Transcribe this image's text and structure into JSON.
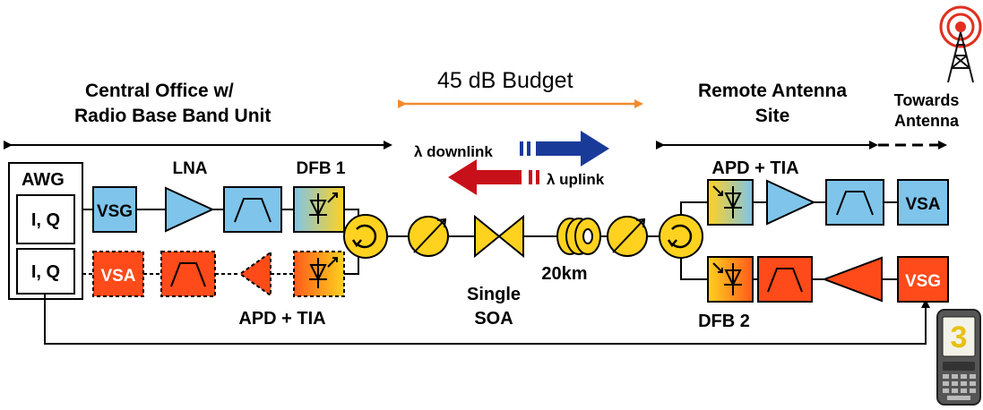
{
  "labels": {
    "central_office_line1": "Central Office w/",
    "central_office_line2": "Radio Base Band Unit",
    "budget": "45 dB Budget",
    "remote_line1": "Remote Antenna",
    "remote_line2": "Site",
    "towards_line1": "Towards",
    "towards_line2": "Antenna",
    "downlink": "λ downlink",
    "uplink": "λ uplink",
    "awg": "AWG",
    "awg_ch1": "I, Q",
    "awg_ch2": "I, Q",
    "lna": "LNA",
    "dfb1": "DFB 1",
    "dfb2": "DFB 2",
    "apd_tia_top": "APD + TIA",
    "apd_tia_bottom": "APD + TIA",
    "vsg_left": "VSG",
    "vsa_left": "VSA",
    "vsa_right": "VSA",
    "vsg_right": "VSG",
    "single": "Single",
    "soa": "SOA",
    "fiber": "20km"
  },
  "colors": {
    "blue": "#7fc4ea",
    "orange": "#ff4a1a",
    "yellow": "#ffd21f",
    "dark_blue": "#1a3a9a",
    "dark_red": "#c8101a",
    "budget_arrow": "#f28a2e",
    "tower_red": "#e03020"
  },
  "icons": [
    "circulator-icon",
    "attenuator-icon",
    "fiber-spool-icon",
    "soa-icon",
    "photodiode-icon",
    "filter-icon",
    "amplifier-icon",
    "antenna-tower-icon",
    "mobile-phone-icon"
  ]
}
